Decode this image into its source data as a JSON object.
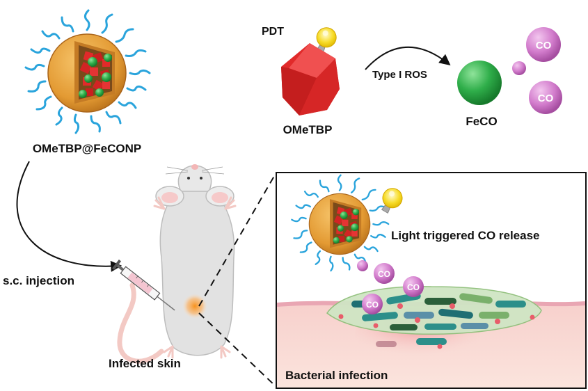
{
  "labels": {
    "nanoparticle": "OMeTBP@FeCONP",
    "pdt": "PDT",
    "ometbp": "OMeTBP",
    "type1_ros": "Type I ROS",
    "feco": "FeCO",
    "co": "CO",
    "injection": "s.c. injection",
    "infected_skin": "Infected skin",
    "light_release": "Light triggered CO release",
    "bacterial_infection": "Bacterial infection"
  },
  "colors": {
    "shell": "#e8a43a",
    "shell_dark": "#b86d16",
    "ligand": "#2aa4dc",
    "red_crystal": "#e12a2a",
    "green_sphere": "#2fae4a",
    "co_bubble": "#cf6fc9",
    "bulb": "#f5d520",
    "skin_pink": "#f3c9c4",
    "mouse_gray": "#dcdcdc"
  }
}
